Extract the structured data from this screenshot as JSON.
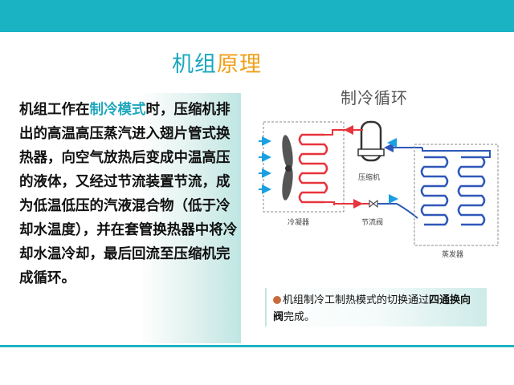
{
  "title": {
    "part1": "机组",
    "part2": "原理"
  },
  "body_text": {
    "before": "机组工作在",
    "highlight": "制冷模式",
    "after": "时，压缩机排出的高温高压蒸汽进入翅片管式换热器，向空气放热后变成中温高压的液体，又经过节流装置节流，成为低温低压的汽液混合物（低于冷却水温度），并在套管换热器中将冷却水温冷却，最后回流至压缩机完成循环。"
  },
  "diagram": {
    "title": "制冷循环",
    "labels": {
      "compressor": "压缩机",
      "condenser": "冷凝器",
      "valve": "节流阀",
      "evaporator": "蒸发器"
    },
    "colors": {
      "hot": "#e8343c",
      "cold": "#2e57b8",
      "arrow": "#1a9fe0"
    }
  },
  "note": {
    "before": "机组制冷工制热模式的切换通过",
    "highlight": "四通换向阀",
    "after": "完成。"
  },
  "colors": {
    "accent_bar": "#1ab3c4",
    "title_teal": "#19a7c0",
    "title_orange": "#f0a01a",
    "highlight_red": "#e0302a"
  }
}
